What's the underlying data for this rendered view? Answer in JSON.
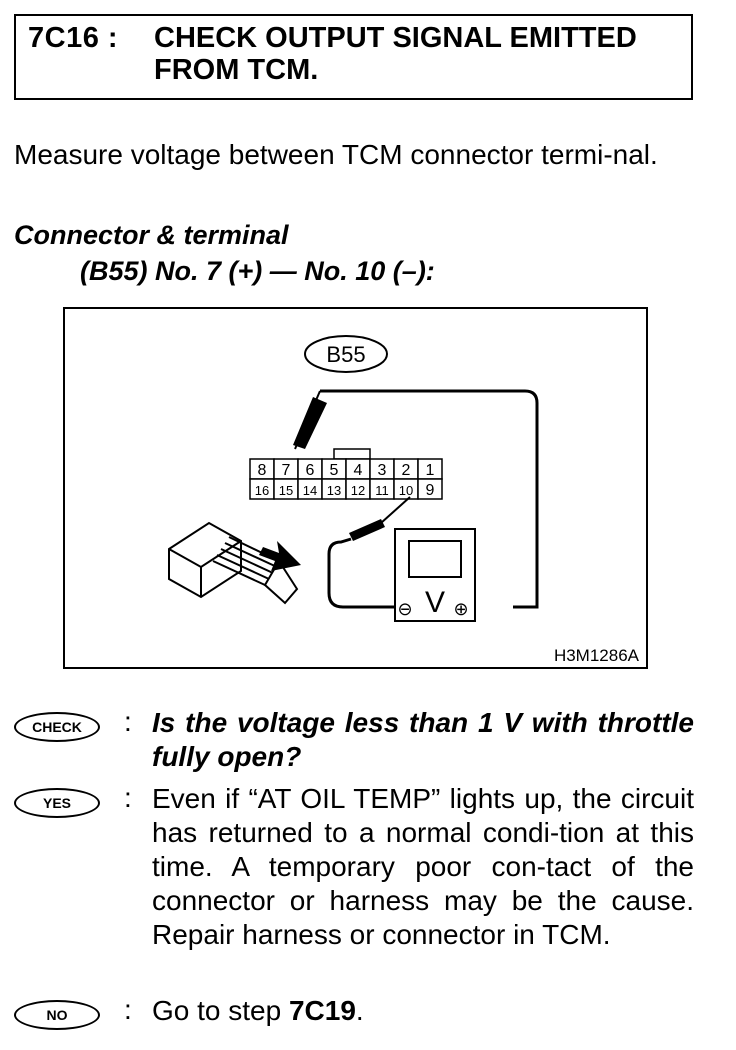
{
  "step": {
    "code": "7C16 :",
    "title": "CHECK OUTPUT SIGNAL EMITTED FROM TCM."
  },
  "instruction": "Measure voltage between TCM connector termi-nal.",
  "connector_terminal": {
    "heading": "Connector & terminal",
    "spec": "(B55) No. 7 (+) — No. 10 (–):"
  },
  "figure": {
    "connector_label": "B55",
    "top_row_pins": [
      "8",
      "7",
      "6",
      "5",
      "4",
      "3",
      "2",
      "1"
    ],
    "bottom_row_pins": [
      "16",
      "15",
      "14",
      "13",
      "12",
      "11",
      "10",
      "9"
    ],
    "meter_symbol": "V",
    "minus_symbol": "⊖",
    "plus_symbol": "⊕",
    "figure_id": "H3M1286A"
  },
  "check": {
    "badge": "CHECK",
    "colon": ":",
    "text": "Is the voltage less than 1 V with throttle fully open?"
  },
  "yes": {
    "badge": "YES",
    "colon": ":",
    "text": "Even if “AT OIL TEMP” lights up, the circuit has returned to a normal condi-tion at this time. A temporary poor con-tact of the connector or harness may be the cause. Repair harness or connector in TCM."
  },
  "no": {
    "badge": "NO",
    "colon": ":",
    "prefix": "Go to step ",
    "step_ref": "7C19",
    "suffix": "."
  }
}
